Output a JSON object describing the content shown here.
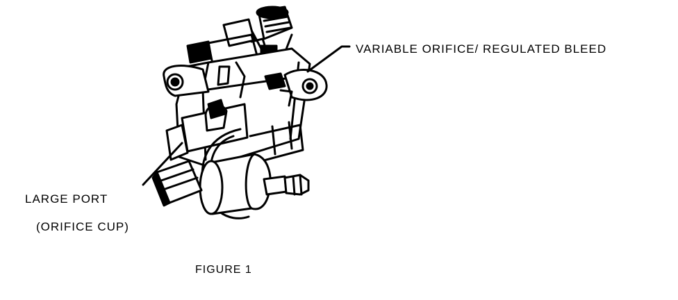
{
  "callouts": {
    "variable_orifice": "VARIABLE ORIFICE/ REGULATED BLEED",
    "large_port_line1": "LARGE PORT",
    "large_port_line2": "(ORIFICE CUP)"
  },
  "caption": "FIGURE 1",
  "colors": {
    "ink": "#000000",
    "paper": "#ffffff"
  }
}
